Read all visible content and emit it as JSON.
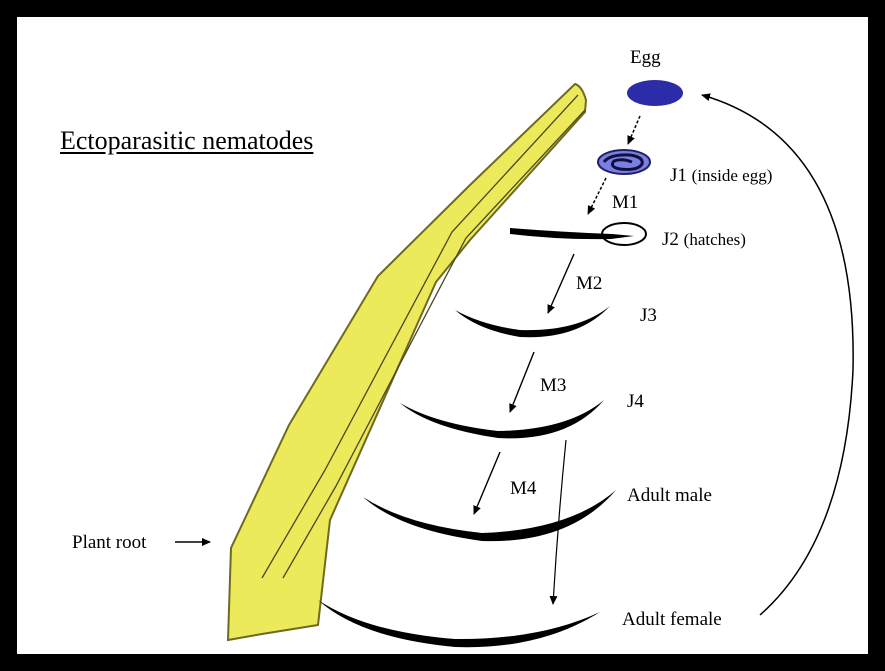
{
  "title": "Ectoparasitic nematodes",
  "stages": {
    "egg": "Egg",
    "j1": "J1",
    "j1_note": "(inside egg)",
    "m1": "M1",
    "j2": "J2",
    "j2_note": "(hatches)",
    "m2": "M2",
    "j3": "J3",
    "m3": "M3",
    "j4": "J4",
    "m4": "M4",
    "adult_male": "Adult male",
    "adult_female": "Adult female"
  },
  "plant_root": "Plant root",
  "colors": {
    "border": "#000000",
    "background": "#ffffff",
    "root_fill": "#ecea5a",
    "root_outline": "#6e6a22",
    "egg_fill": "#2c2ca8",
    "j1_egg_fill": "#7b7fe0",
    "nematode": "#000000"
  }
}
